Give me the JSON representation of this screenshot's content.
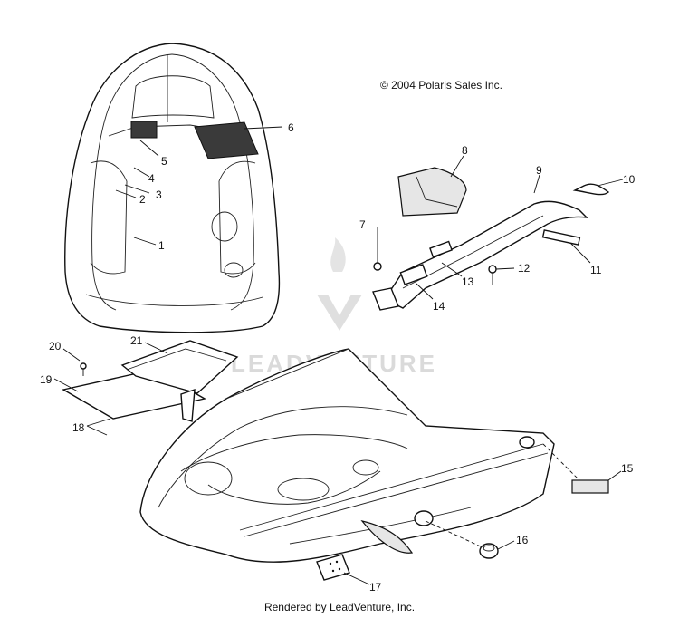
{
  "copyright": "© 2004 Polaris Sales Inc.",
  "footer": "Rendered by LeadVenture, Inc.",
  "watermark": "LEADVENTURE",
  "callouts": [
    "1",
    "2",
    "3",
    "4",
    "5",
    "6",
    "7",
    "8",
    "9",
    "10",
    "11",
    "12",
    "13",
    "14",
    "15",
    "16",
    "17",
    "18",
    "19",
    "20",
    "21"
  ]
}
